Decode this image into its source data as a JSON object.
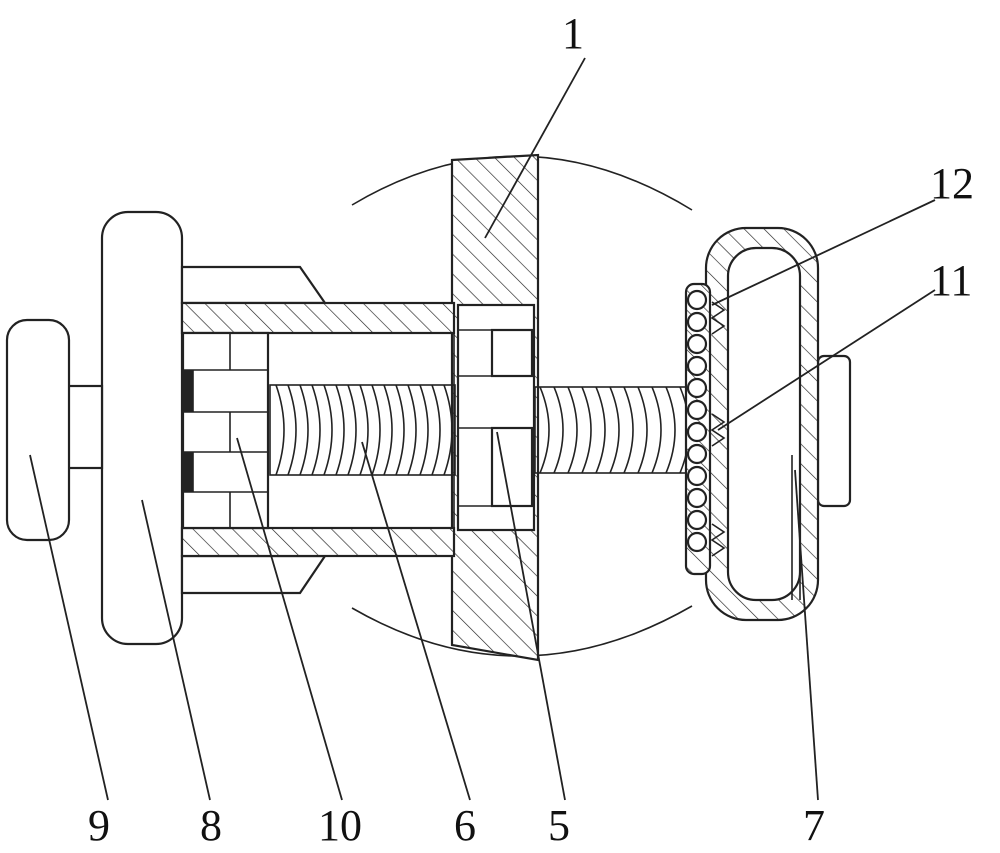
{
  "labels": {
    "l1": "1",
    "l5": "5",
    "l6": "6",
    "l7": "7",
    "l8": "8",
    "l9": "9",
    "l10": "10",
    "l11": "11",
    "l12": "12"
  },
  "colors": {
    "line": "#222222",
    "background": "#ffffff"
  }
}
